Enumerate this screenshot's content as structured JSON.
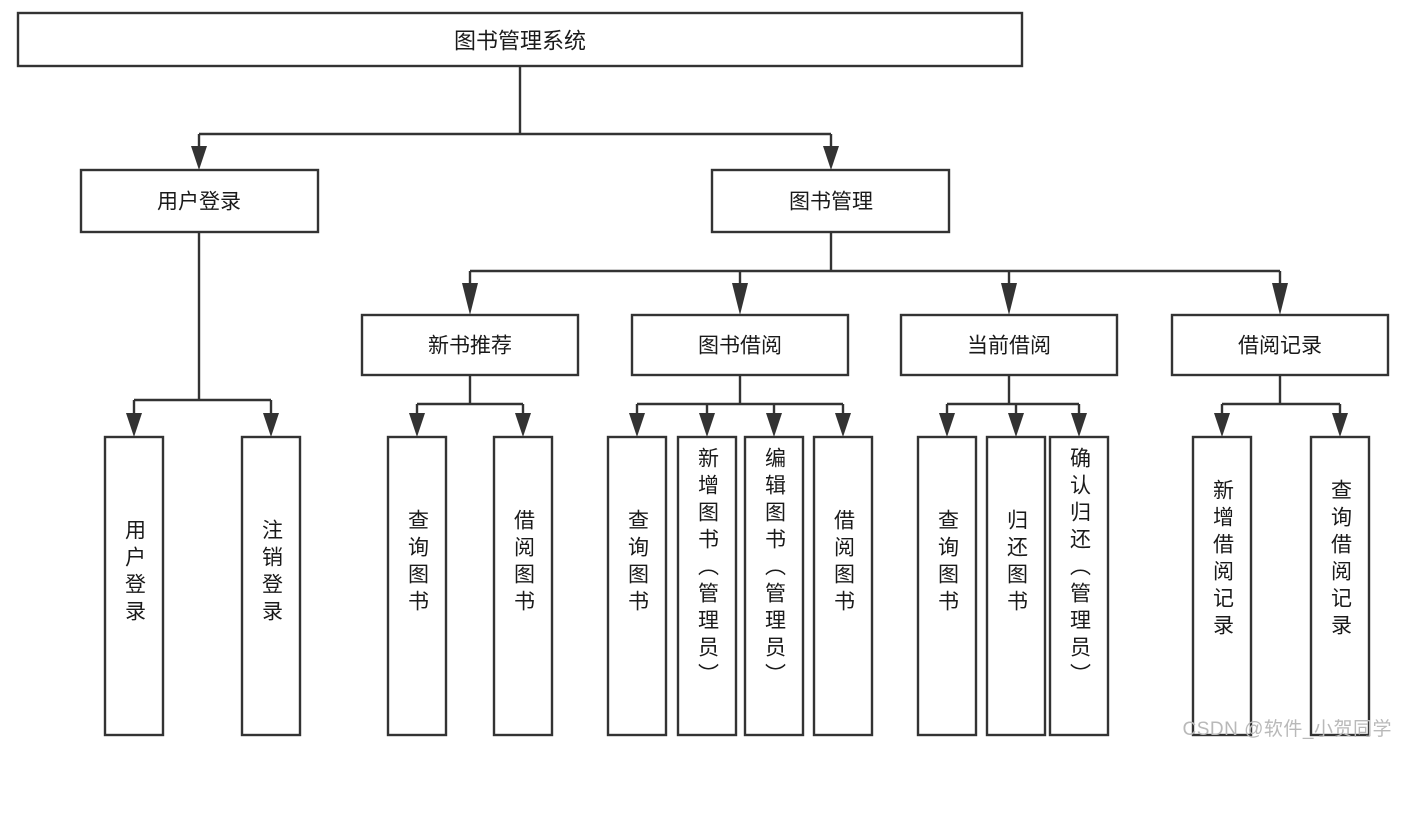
{
  "diagram": {
    "title": "图书管理系统",
    "type": "tree-hierarchy",
    "watermark": "CSDN @软件_小贺同学",
    "style": {
      "background": "#ffffff",
      "box_fill": "#ffffff",
      "box_stroke": "#333333",
      "text_color": "#1a1a1a",
      "watermark_color": "#b9b9b9"
    },
    "root": {
      "id": "root",
      "label": "图书管理系统"
    },
    "level2": [
      {
        "id": "login",
        "label": "用户登录"
      },
      {
        "id": "bookmgmt",
        "label": "图书管理"
      }
    ],
    "level3": [
      {
        "id": "newbook",
        "label": "新书推荐",
        "parent": "bookmgmt"
      },
      {
        "id": "borrow",
        "label": "图书借阅",
        "parent": "bookmgmt"
      },
      {
        "id": "current",
        "label": "当前借阅",
        "parent": "bookmgmt"
      },
      {
        "id": "records",
        "label": "借阅记录",
        "parent": "bookmgmt"
      }
    ],
    "leaves": [
      {
        "id": "leaf-1",
        "label": "用户登录",
        "parent": "login"
      },
      {
        "id": "leaf-2",
        "label": "注销登录",
        "parent": "login"
      },
      {
        "id": "leaf-3",
        "label": "查询图书",
        "parent": "newbook"
      },
      {
        "id": "leaf-4",
        "label": "借阅图书",
        "parent": "newbook"
      },
      {
        "id": "leaf-5",
        "label": "查询图书",
        "parent": "borrow"
      },
      {
        "id": "leaf-6",
        "label": "新增图书（管理员）",
        "parent": "borrow"
      },
      {
        "id": "leaf-7",
        "label": "编辑图书（管理员）",
        "parent": "borrow"
      },
      {
        "id": "leaf-8",
        "label": "借阅图书",
        "parent": "borrow"
      },
      {
        "id": "leaf-9",
        "label": "查询图书",
        "parent": "current"
      },
      {
        "id": "leaf-10",
        "label": "归还图书",
        "parent": "current"
      },
      {
        "id": "leaf-11",
        "label": "确认归还（管理员）",
        "parent": "current"
      },
      {
        "id": "leaf-12",
        "label": "新增借阅记录",
        "parent": "records"
      },
      {
        "id": "leaf-13",
        "label": "查询借阅记录",
        "parent": "records"
      }
    ]
  }
}
